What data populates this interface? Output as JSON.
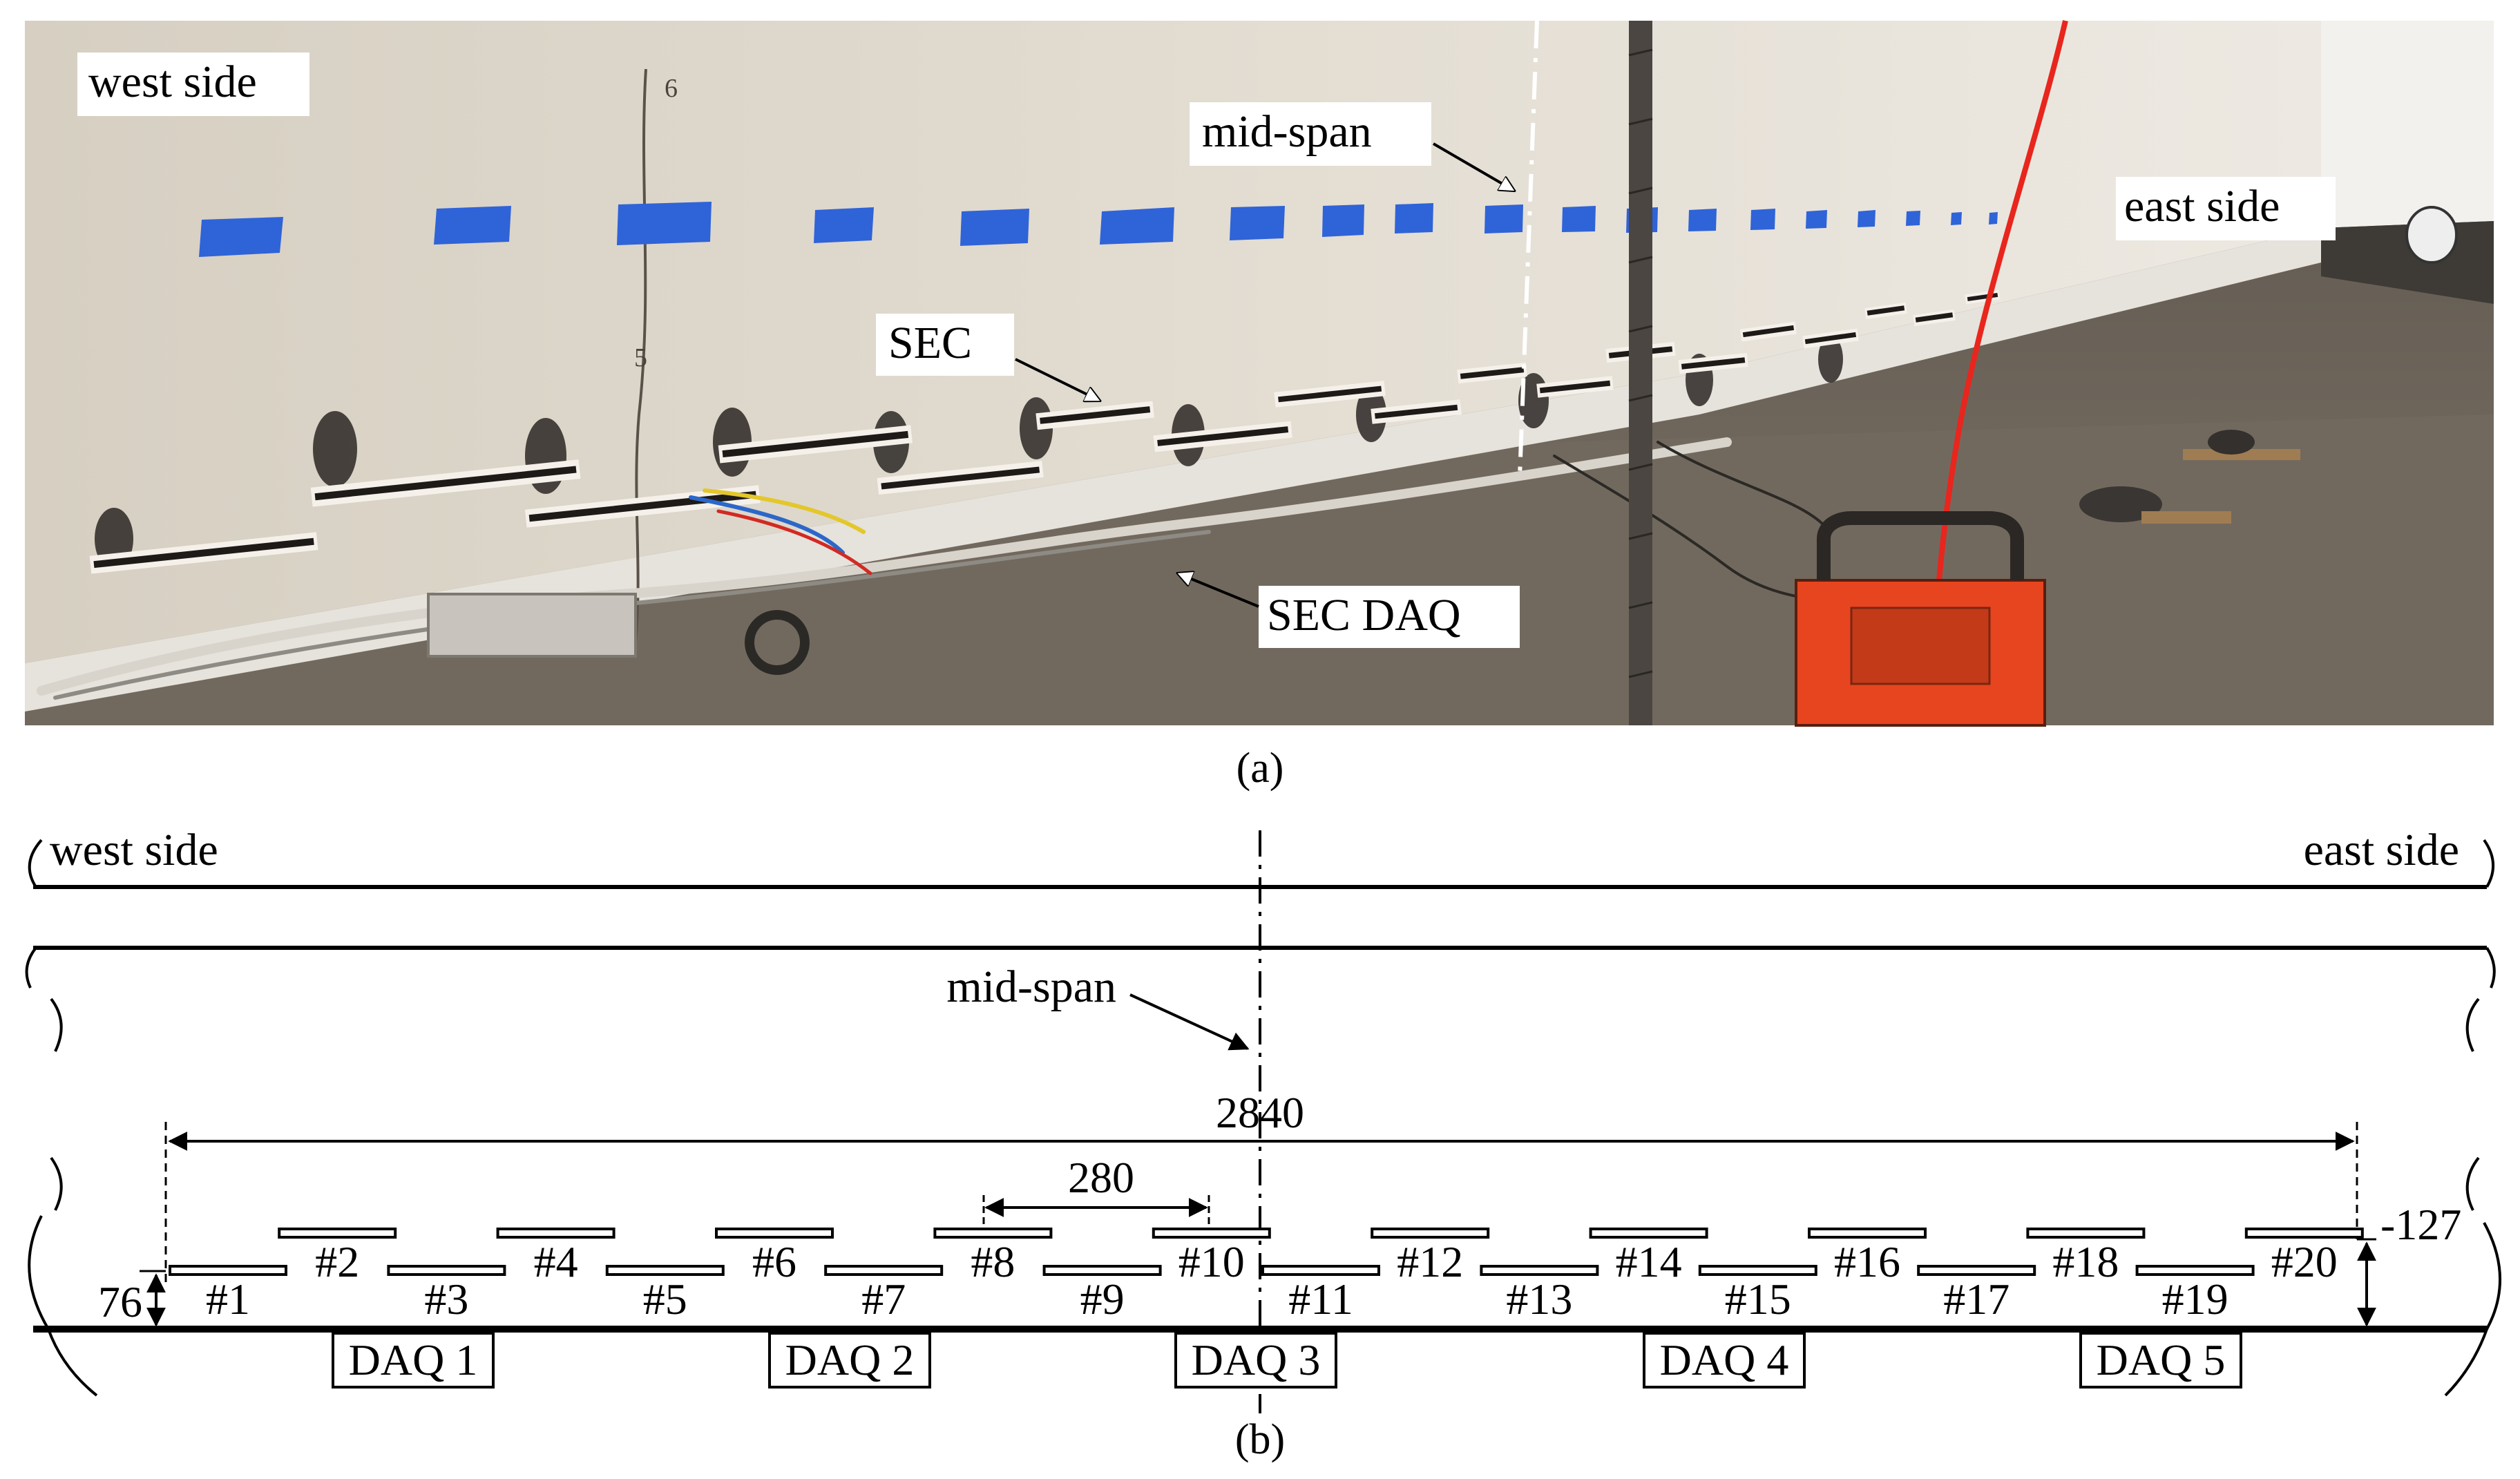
{
  "panel_a": {
    "caption": "(a)",
    "labels": {
      "west_side": "west side",
      "east_side": "east side",
      "mid_span": "mid-span",
      "sec": "SEC",
      "sec_daq": "SEC DAQ"
    },
    "wall_marks": [
      "6",
      "5"
    ]
  },
  "panel_b": {
    "caption": "(b)",
    "labels": {
      "west_side": "west side",
      "east_side": "east side",
      "mid_span": "mid-span"
    },
    "dimensions": {
      "total_length": "2840",
      "sensor_spacing": "280",
      "upper_height": "127",
      "lower_height": "76"
    },
    "sensors": [
      "#1",
      "#2",
      "#3",
      "#4",
      "#5",
      "#6",
      "#7",
      "#8",
      "#9",
      "#10",
      "#11",
      "#12",
      "#13",
      "#14",
      "#15",
      "#16",
      "#17",
      "#18",
      "#19",
      "#20"
    ],
    "daq_boxes": [
      "DAQ 1",
      "DAQ 2",
      "DAQ 3",
      "DAQ 4",
      "DAQ 5"
    ]
  },
  "colors": {
    "tape": "#2f63d8",
    "concrete": "#d9d2c6",
    "floor": "#6d655b",
    "cable_red": "#e8261d",
    "generator": "#e6451f",
    "sec_strip": "#1d1a18"
  }
}
